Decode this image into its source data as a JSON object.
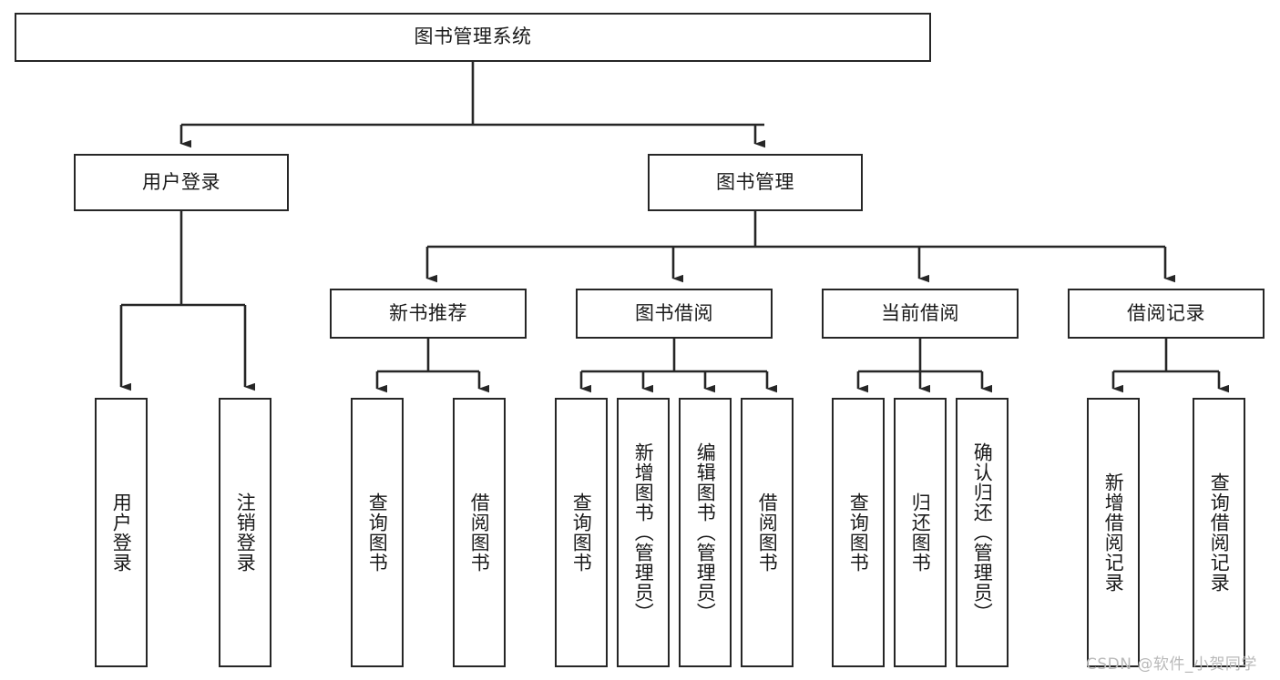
{
  "diagram": {
    "title_node": {
      "label": "图书管理系统"
    },
    "level2": [
      {
        "id": "user-login",
        "label": "用户登录"
      },
      {
        "id": "book-management",
        "label": "图书管理"
      }
    ],
    "level3": [
      {
        "id": "new-book-recommend",
        "label": "新书推荐"
      },
      {
        "id": "book-borrow",
        "label": "图书借阅"
      },
      {
        "id": "current-borrow",
        "label": "当前借阅"
      },
      {
        "id": "borrow-record",
        "label": "借阅记录"
      }
    ],
    "leaves": [
      {
        "id": "leaf-user-login",
        "label": "用户登录"
      },
      {
        "id": "leaf-logout-login",
        "label": "注销登录"
      },
      {
        "id": "leaf-query-book-1",
        "label": "查询图书"
      },
      {
        "id": "leaf-borrow-book-1",
        "label": "借阅图书"
      },
      {
        "id": "leaf-query-book-2",
        "label": "查询图书"
      },
      {
        "id": "leaf-add-book-admin",
        "label": "新增图书（管理员）"
      },
      {
        "id": "leaf-edit-book-admin",
        "label": "编辑图书（管理员）"
      },
      {
        "id": "leaf-borrow-book-2",
        "label": "借阅图书"
      },
      {
        "id": "leaf-query-book-3",
        "label": "查询图书"
      },
      {
        "id": "leaf-return-book",
        "label": "归还图书"
      },
      {
        "id": "leaf-confirm-return-admin",
        "label": "确认归还（管理员）"
      },
      {
        "id": "leaf-add-borrow-record",
        "label": "新增借阅记录"
      },
      {
        "id": "leaf-query-borrow-record",
        "label": "查询借阅记录"
      }
    ]
  },
  "watermark": {
    "text": "CSDN @软件_小贺同学"
  },
  "colors": {
    "border": "#262626",
    "text": "#1a1a1a",
    "background": "#ffffff",
    "watermark": "#b9b9b9"
  }
}
